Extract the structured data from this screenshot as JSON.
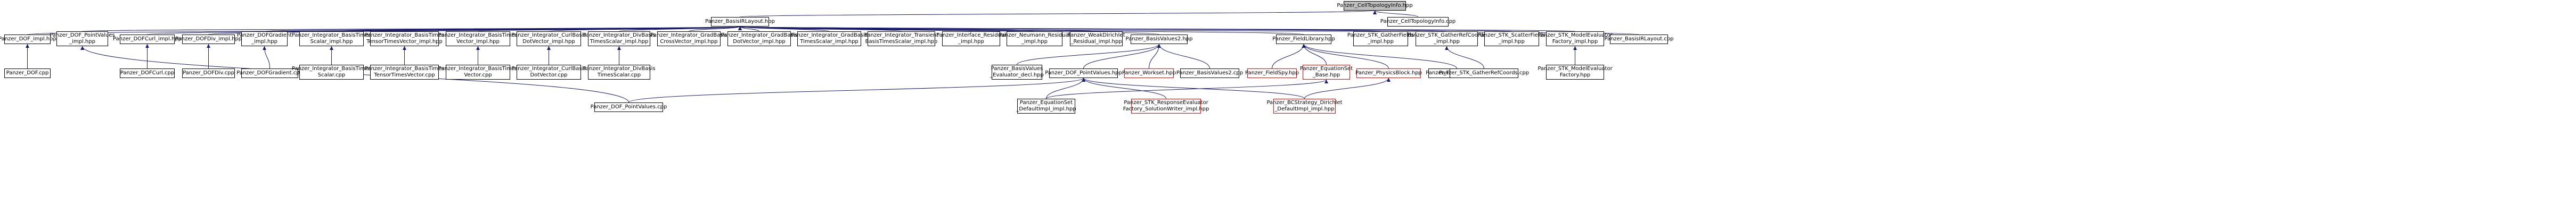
{
  "graph": {
    "title": "",
    "colors": {
      "background": "#ffffff",
      "node_border": "#000000",
      "node_border_missing": "#ff0000",
      "root_fill": "#bfbfbf",
      "edge": "#191970"
    },
    "nodes": [
      {
        "id": "cell_topo",
        "lines": [
          "Panzer_CellTopologyInfo.hpp"
        ],
        "kind": "root"
      },
      {
        "id": "cell_topo_cpp",
        "lines": [
          "Panzer_CellTopologyInfo.cpp"
        ],
        "kind": "normal"
      },
      {
        "id": "basis_ir",
        "lines": [
          "Panzer_BasisIRLayout.hpp"
        ],
        "kind": "normal"
      },
      {
        "id": "dof_impl",
        "lines": [
          "Panzer_DOF_impl.hpp"
        ],
        "kind": "normal"
      },
      {
        "id": "dof_pv_impl",
        "lines": [
          "Panzer_DOF_PointValues",
          "_impl.hpp"
        ],
        "kind": "normal"
      },
      {
        "id": "dofcurl_impl",
        "lines": [
          "Panzer_DOFCurl_impl.hpp"
        ],
        "kind": "normal"
      },
      {
        "id": "dofdiv_impl",
        "lines": [
          "Panzer_DOFDiv_impl.hpp"
        ],
        "kind": "normal"
      },
      {
        "id": "dofgrad_impl",
        "lines": [
          "Panzer_DOFGradient",
          "_impl.hpp"
        ],
        "kind": "normal"
      },
      {
        "id": "int_bts_impl",
        "lines": [
          "Panzer_Integrator_BasisTimes",
          "Scalar_impl.hpp"
        ],
        "kind": "normal"
      },
      {
        "id": "int_bttv_impl",
        "lines": [
          "Panzer_Integrator_BasisTimes",
          "TensorTimesVector_impl.hpp"
        ],
        "kind": "normal"
      },
      {
        "id": "int_btv_impl",
        "lines": [
          "Panzer_Integrator_BasisTimes",
          "Vector_impl.hpp"
        ],
        "kind": "normal"
      },
      {
        "id": "int_cbdv_impl",
        "lines": [
          "Panzer_Integrator_CurlBasis",
          "DotVector_impl.hpp"
        ],
        "kind": "normal"
      },
      {
        "id": "int_dbts_impl",
        "lines": [
          "Panzer_Integrator_DivBasis",
          "TimesScalar_impl.hpp"
        ],
        "kind": "normal"
      },
      {
        "id": "int_gbcv_impl",
        "lines": [
          "Panzer_Integrator_GradBasis",
          "CrossVector_impl.hpp"
        ],
        "kind": "normal"
      },
      {
        "id": "int_gbdv_impl",
        "lines": [
          "Panzer_Integrator_GradBasis",
          "DotVector_impl.hpp"
        ],
        "kind": "normal"
      },
      {
        "id": "int_gbtsv_impl",
        "lines": [
          "Panzer_Integrator_GradBasis",
          "TimesScalar_impl.hpp"
        ],
        "kind": "normal"
      },
      {
        "id": "int_trans_impl",
        "lines": [
          "Panzer_Integrator_Transient",
          "BasisTimesScalar_impl.hpp"
        ],
        "kind": "normal"
      },
      {
        "id": "iface_res_impl",
        "lines": [
          "Panzer_Interface_Residual",
          "_impl.hpp"
        ],
        "kind": "normal"
      },
      {
        "id": "neumann_impl",
        "lines": [
          "Panzer_Neumann_Residual",
          "_impl.hpp"
        ],
        "kind": "normal"
      },
      {
        "id": "weakdir_impl",
        "lines": [
          "Panzer_WeakDirichlet",
          "_Residual_impl.hpp"
        ],
        "kind": "normal"
      },
      {
        "id": "basisvalues2",
        "lines": [
          "Panzer_BasisValues2.hpp"
        ],
        "kind": "normal"
      },
      {
        "id": "fieldlibrary",
        "lines": [
          "Panzer_FieldLibrary.hpp"
        ],
        "kind": "normal"
      },
      {
        "id": "stk_gf_impl",
        "lines": [
          "Panzer_STK_GatherFields",
          "_impl.hpp"
        ],
        "kind": "normal"
      },
      {
        "id": "stk_gr_impl",
        "lines": [
          "Panzer_STK_GatherRefCoords",
          "_impl.hpp"
        ],
        "kind": "normal"
      },
      {
        "id": "stk_sf_impl",
        "lines": [
          "Panzer_STK_ScatterFields",
          "_impl.hpp"
        ],
        "kind": "normal"
      },
      {
        "id": "stk_mef_impl",
        "lines": [
          "Panzer_STK_ModelEvaluator",
          "Factory_impl.hpp"
        ],
        "kind": "normal"
      },
      {
        "id": "basis_ir_cpp",
        "lines": [
          "Panzer_BasisIRLayout.cpp"
        ],
        "kind": "normal"
      },
      {
        "id": "dof_cpp",
        "lines": [
          "Panzer_DOF.cpp"
        ],
        "kind": "normal"
      },
      {
        "id": "dofcurl_cpp",
        "lines": [
          "Panzer_DOFCurl.cpp"
        ],
        "kind": "normal"
      },
      {
        "id": "dofdiv_cpp",
        "lines": [
          "Panzer_DOFDiv.cpp"
        ],
        "kind": "normal"
      },
      {
        "id": "dofgrad_cpp",
        "lines": [
          "Panzer_DOFGradient.cpp"
        ],
        "kind": "normal"
      },
      {
        "id": "int_bts_cpp",
        "lines": [
          "Panzer_Integrator_BasisTimes",
          "Scalar.cpp"
        ],
        "kind": "normal"
      },
      {
        "id": "int_bttv_cpp",
        "lines": [
          "Panzer_Integrator_BasisTimes",
          "TensorTimesVector.cpp"
        ],
        "kind": "normal"
      },
      {
        "id": "int_btv_cpp",
        "lines": [
          "Panzer_Integrator_BasisTimes",
          "Vector.cpp"
        ],
        "kind": "normal"
      },
      {
        "id": "int_cbdv_cpp",
        "lines": [
          "Panzer_Integrator_CurlBasis",
          "DotVector.cpp"
        ],
        "kind": "normal"
      },
      {
        "id": "int_dbts_cpp",
        "lines": [
          "Panzer_Integrator_DivBasis",
          "TimesScalar.cpp"
        ],
        "kind": "normal"
      },
      {
        "id": "bv_eval_decl",
        "lines": [
          "Panzer_BasisValues",
          "_Evaluator_decl.hpp"
        ],
        "kind": "normal"
      },
      {
        "id": "dof_pv_hpp",
        "lines": [
          "Panzer_DOF_PointValues.hpp"
        ],
        "kind": "normal"
      },
      {
        "id": "workset",
        "lines": [
          "Panzer_Workset.hpp"
        ],
        "kind": "missing"
      },
      {
        "id": "basisvalues2_cpp",
        "lines": [
          "Panzer_BasisValues2.cpp"
        ],
        "kind": "normal"
      },
      {
        "id": "fieldspy",
        "lines": [
          "Panzer_FieldSpy.hpp"
        ],
        "kind": "missing"
      },
      {
        "id": "eqset_base",
        "lines": [
          "Panzer_EquationSet",
          "_Base.hpp"
        ],
        "kind": "missing"
      },
      {
        "id": "physicsblock",
        "lines": [
          "Panzer_PhysicsBlock.hpp"
        ],
        "kind": "missing"
      },
      {
        "id": "fieldlibrary_cpp",
        "lines": [
          "Panzer_FieldLibrary.cpp"
        ],
        "kind": "normal"
      },
      {
        "id": "stk_gr_cpp",
        "lines": [
          "Panzer_STK_GatherRefCoords.cpp"
        ],
        "kind": "normal"
      },
      {
        "id": "stk_mef_hpp",
        "lines": [
          "Panzer_STK_ModelEvaluator",
          "Factory.hpp"
        ],
        "kind": "normal"
      },
      {
        "id": "dof_pv_cpp",
        "lines": [
          "Panzer_DOF_PointValues.cpp"
        ],
        "kind": "normal"
      },
      {
        "id": "eqset_default",
        "lines": [
          "Panzer_EquationSet",
          "_DefaultImpl_impl.hpp"
        ],
        "kind": "normal"
      },
      {
        "id": "stk_resp_eval",
        "lines": [
          "Panzer_STK_ResponseEvaluator",
          "Factory_SolutionWriter_impl.hpp"
        ],
        "kind": "missing"
      },
      {
        "id": "bcstrategy",
        "lines": [
          "Panzer_BCStrategy_Dirichlet",
          "_DefaultImpl_impl.hpp"
        ],
        "kind": "missing"
      }
    ],
    "edges": [
      [
        "cell_topo_cpp",
        "cell_topo"
      ],
      [
        "basis_ir",
        "cell_topo"
      ],
      [
        "dof_impl",
        "basis_ir"
      ],
      [
        "dof_pv_impl",
        "basis_ir"
      ],
      [
        "dofcurl_impl",
        "basis_ir"
      ],
      [
        "dofdiv_impl",
        "basis_ir"
      ],
      [
        "dofgrad_impl",
        "basis_ir"
      ],
      [
        "int_bts_impl",
        "basis_ir"
      ],
      [
        "int_bttv_impl",
        "basis_ir"
      ],
      [
        "int_btv_impl",
        "basis_ir"
      ],
      [
        "int_cbdv_impl",
        "basis_ir"
      ],
      [
        "int_dbts_impl",
        "basis_ir"
      ],
      [
        "int_gbcv_impl",
        "basis_ir"
      ],
      [
        "int_gbdv_impl",
        "basis_ir"
      ],
      [
        "int_gbtsv_impl",
        "basis_ir"
      ],
      [
        "int_trans_impl",
        "basis_ir"
      ],
      [
        "iface_res_impl",
        "basis_ir"
      ],
      [
        "neumann_impl",
        "basis_ir"
      ],
      [
        "weakdir_impl",
        "basis_ir"
      ],
      [
        "basisvalues2",
        "basis_ir"
      ],
      [
        "fieldlibrary",
        "basis_ir"
      ],
      [
        "stk_gf_impl",
        "basis_ir"
      ],
      [
        "stk_gr_impl",
        "basis_ir"
      ],
      [
        "stk_sf_impl",
        "basis_ir"
      ],
      [
        "stk_mef_impl",
        "basis_ir"
      ],
      [
        "basis_ir_cpp",
        "basis_ir"
      ],
      [
        "dof_cpp",
        "dof_impl"
      ],
      [
        "dof_pv_cpp",
        "dof_pv_impl"
      ],
      [
        "dofcurl_cpp",
        "dofcurl_impl"
      ],
      [
        "dofdiv_cpp",
        "dofdiv_impl"
      ],
      [
        "dofgrad_cpp",
        "dofgrad_impl"
      ],
      [
        "int_bts_cpp",
        "int_bts_impl"
      ],
      [
        "int_bttv_cpp",
        "int_bttv_impl"
      ],
      [
        "int_btv_cpp",
        "int_btv_impl"
      ],
      [
        "int_cbdv_cpp",
        "int_cbdv_impl"
      ],
      [
        "int_dbts_cpp",
        "int_dbts_impl"
      ],
      [
        "bv_eval_decl",
        "basisvalues2"
      ],
      [
        "dof_pv_hpp",
        "basisvalues2"
      ],
      [
        "workset",
        "basisvalues2"
      ],
      [
        "basisvalues2_cpp",
        "basisvalues2"
      ],
      [
        "fieldspy",
        "fieldlibrary"
      ],
      [
        "eqset_base",
        "fieldlibrary"
      ],
      [
        "physicsblock",
        "fieldlibrary"
      ],
      [
        "fieldlibrary_cpp",
        "fieldlibrary"
      ],
      [
        "stk_gr_cpp",
        "stk_gr_impl"
      ],
      [
        "stk_mef_hpp",
        "stk_mef_impl"
      ],
      [
        "dof_pv_cpp",
        "dof_pv_hpp"
      ],
      [
        "eqset_default",
        "dof_pv_hpp"
      ],
      [
        "stk_resp_eval",
        "dof_pv_hpp"
      ],
      [
        "bcstrategy",
        "dof_pv_hpp"
      ],
      [
        "eqset_default",
        "eqset_base"
      ],
      [
        "bcstrategy",
        "physicsblock"
      ]
    ]
  }
}
